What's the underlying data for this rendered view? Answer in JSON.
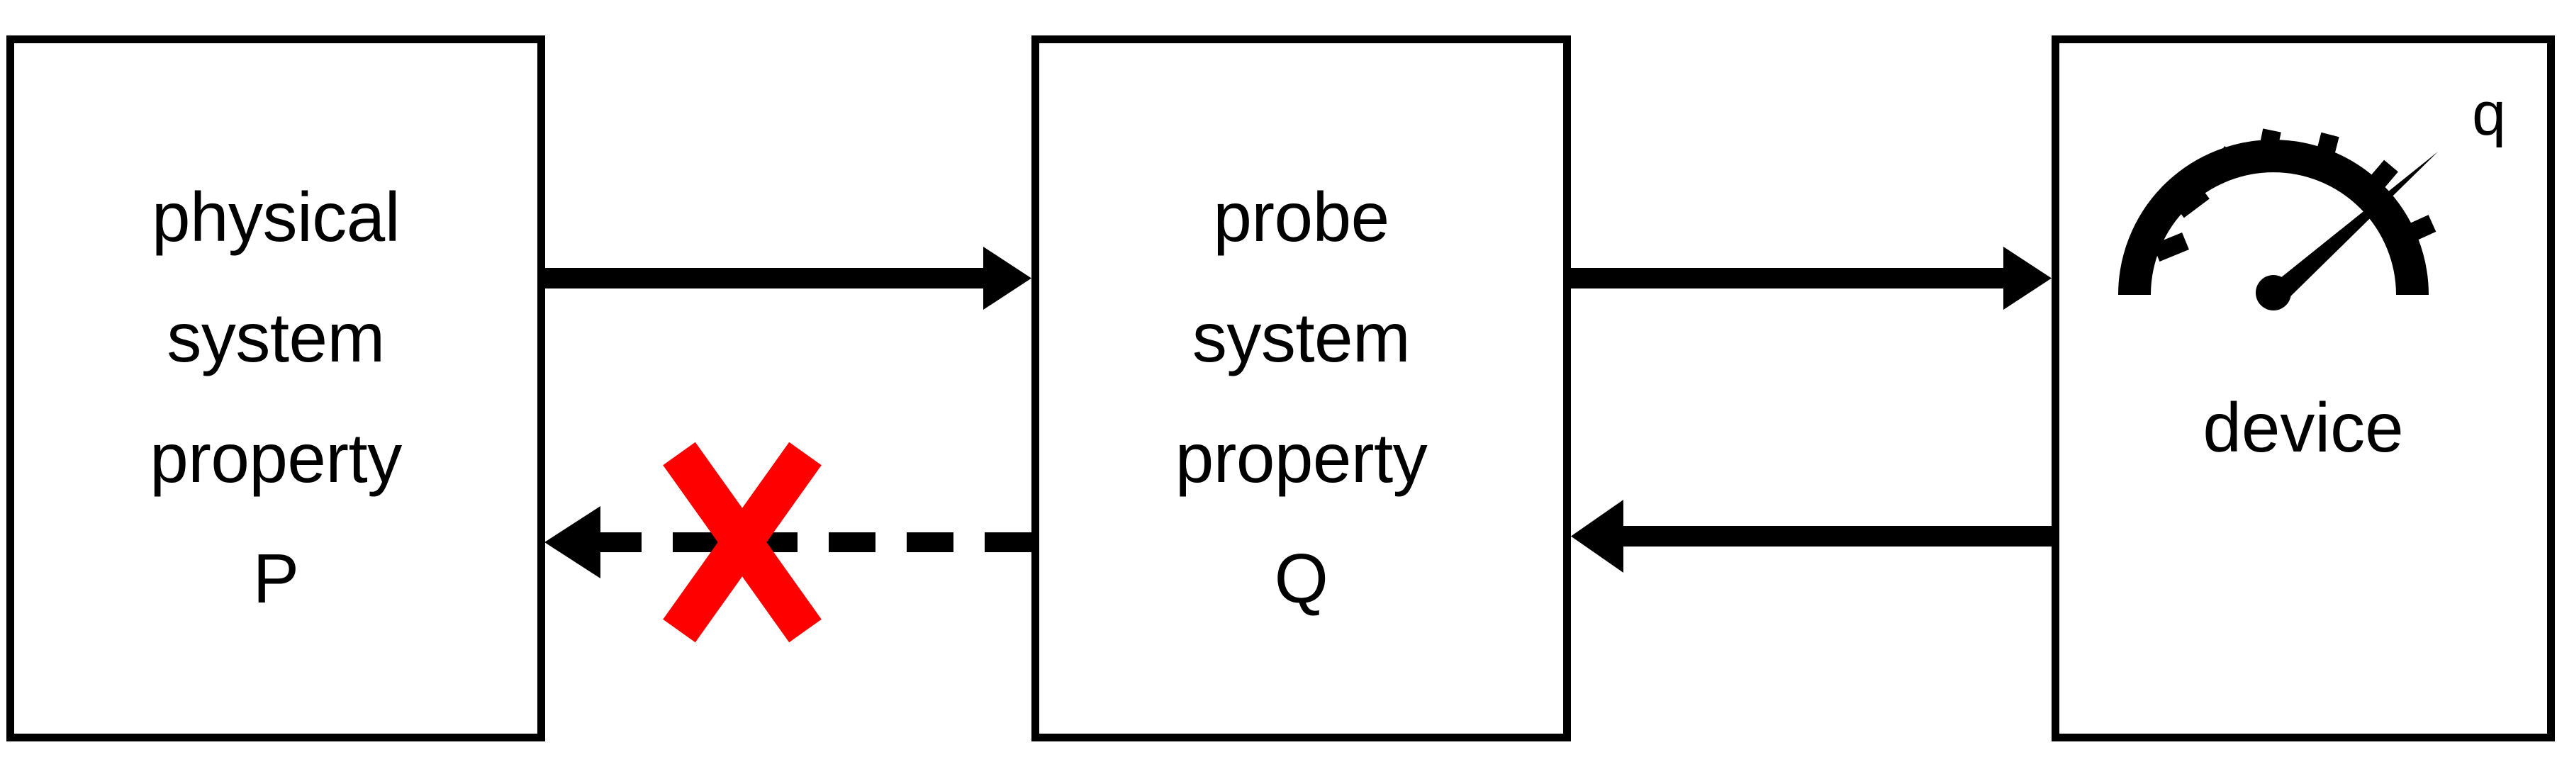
{
  "diagram": {
    "title": "measurement chain: physical system, probe system, device",
    "colors": {
      "stroke": "#000000",
      "background": "#ffffff",
      "blocked_marker": "#FF0000"
    },
    "nodes": [
      {
        "id": "physical-system",
        "lines": [
          "physical",
          "system",
          "property",
          "P"
        ]
      },
      {
        "id": "probe-system",
        "lines": [
          "probe",
          "system",
          "property",
          "Q"
        ]
      },
      {
        "id": "device",
        "gauge_label": "q",
        "caption": "device"
      }
    ],
    "edges": [
      {
        "id": "physical-to-probe",
        "style": "solid",
        "direction": "right",
        "blocked": false
      },
      {
        "id": "probe-to-physical",
        "style": "dashed",
        "direction": "left",
        "blocked": true,
        "blocked_marker": "x-cross"
      },
      {
        "id": "probe-to-device",
        "style": "solid",
        "direction": "right",
        "blocked": false
      },
      {
        "id": "device-to-probe",
        "style": "solid",
        "direction": "left",
        "blocked": false
      }
    ]
  }
}
